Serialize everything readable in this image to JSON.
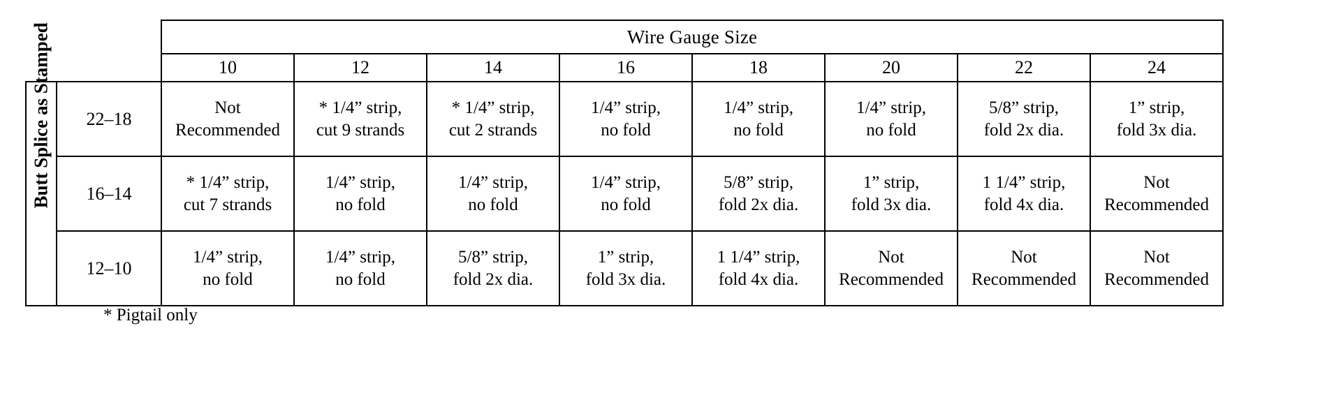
{
  "document": {
    "table_title": "Wire Gauge Size",
    "side_label": "Butt Splice as Stamped",
    "footnote": "* Pigtail only"
  },
  "table": {
    "column_headers": [
      "10",
      "12",
      "14",
      "16",
      "18",
      "20",
      "22",
      "24"
    ],
    "row_headers": [
      "22–18",
      "16–14",
      "12–10"
    ],
    "rows": [
      {
        "label": "22–18",
        "cells": [
          {
            "line1": "Not",
            "line2": "Recommended"
          },
          {
            "line1": "* 1/4” strip,",
            "line2": "cut 9 strands"
          },
          {
            "line1": "* 1/4” strip,",
            "line2": "cut 2 strands"
          },
          {
            "line1": "1/4” strip,",
            "line2": "no fold"
          },
          {
            "line1": "1/4” strip,",
            "line2": "no fold"
          },
          {
            "line1": "1/4” strip,",
            "line2": "no fold"
          },
          {
            "line1": "5/8” strip,",
            "line2": "fold 2x dia."
          },
          {
            "line1": "1” strip,",
            "line2": "fold 3x dia."
          }
        ]
      },
      {
        "label": "16–14",
        "cells": [
          {
            "line1": "* 1/4” strip,",
            "line2": "cut 7 strands"
          },
          {
            "line1": "1/4” strip,",
            "line2": "no fold"
          },
          {
            "line1": "1/4” strip,",
            "line2": "no fold"
          },
          {
            "line1": "1/4” strip,",
            "line2": "no fold"
          },
          {
            "line1": "5/8” strip,",
            "line2": "fold 2x dia."
          },
          {
            "line1": "1” strip,",
            "line2": "fold 3x dia."
          },
          {
            "line1": "1 1/4” strip,",
            "line2": "fold 4x dia."
          },
          {
            "line1": "Not",
            "line2": "Recommended"
          }
        ]
      },
      {
        "label": "12–10",
        "cells": [
          {
            "line1": "1/4” strip,",
            "line2": "no fold"
          },
          {
            "line1": "1/4” strip,",
            "line2": "no fold"
          },
          {
            "line1": "5/8” strip,",
            "line2": "fold 2x dia."
          },
          {
            "line1": "1” strip,",
            "line2": "fold 3x dia."
          },
          {
            "line1": "1 1/4” strip,",
            "line2": "fold 4x dia."
          },
          {
            "line1": "Not",
            "line2": "Recommended"
          },
          {
            "line1": "Not",
            "line2": "Recommended"
          },
          {
            "line1": "Not",
            "line2": "Recommended"
          }
        ]
      }
    ]
  }
}
